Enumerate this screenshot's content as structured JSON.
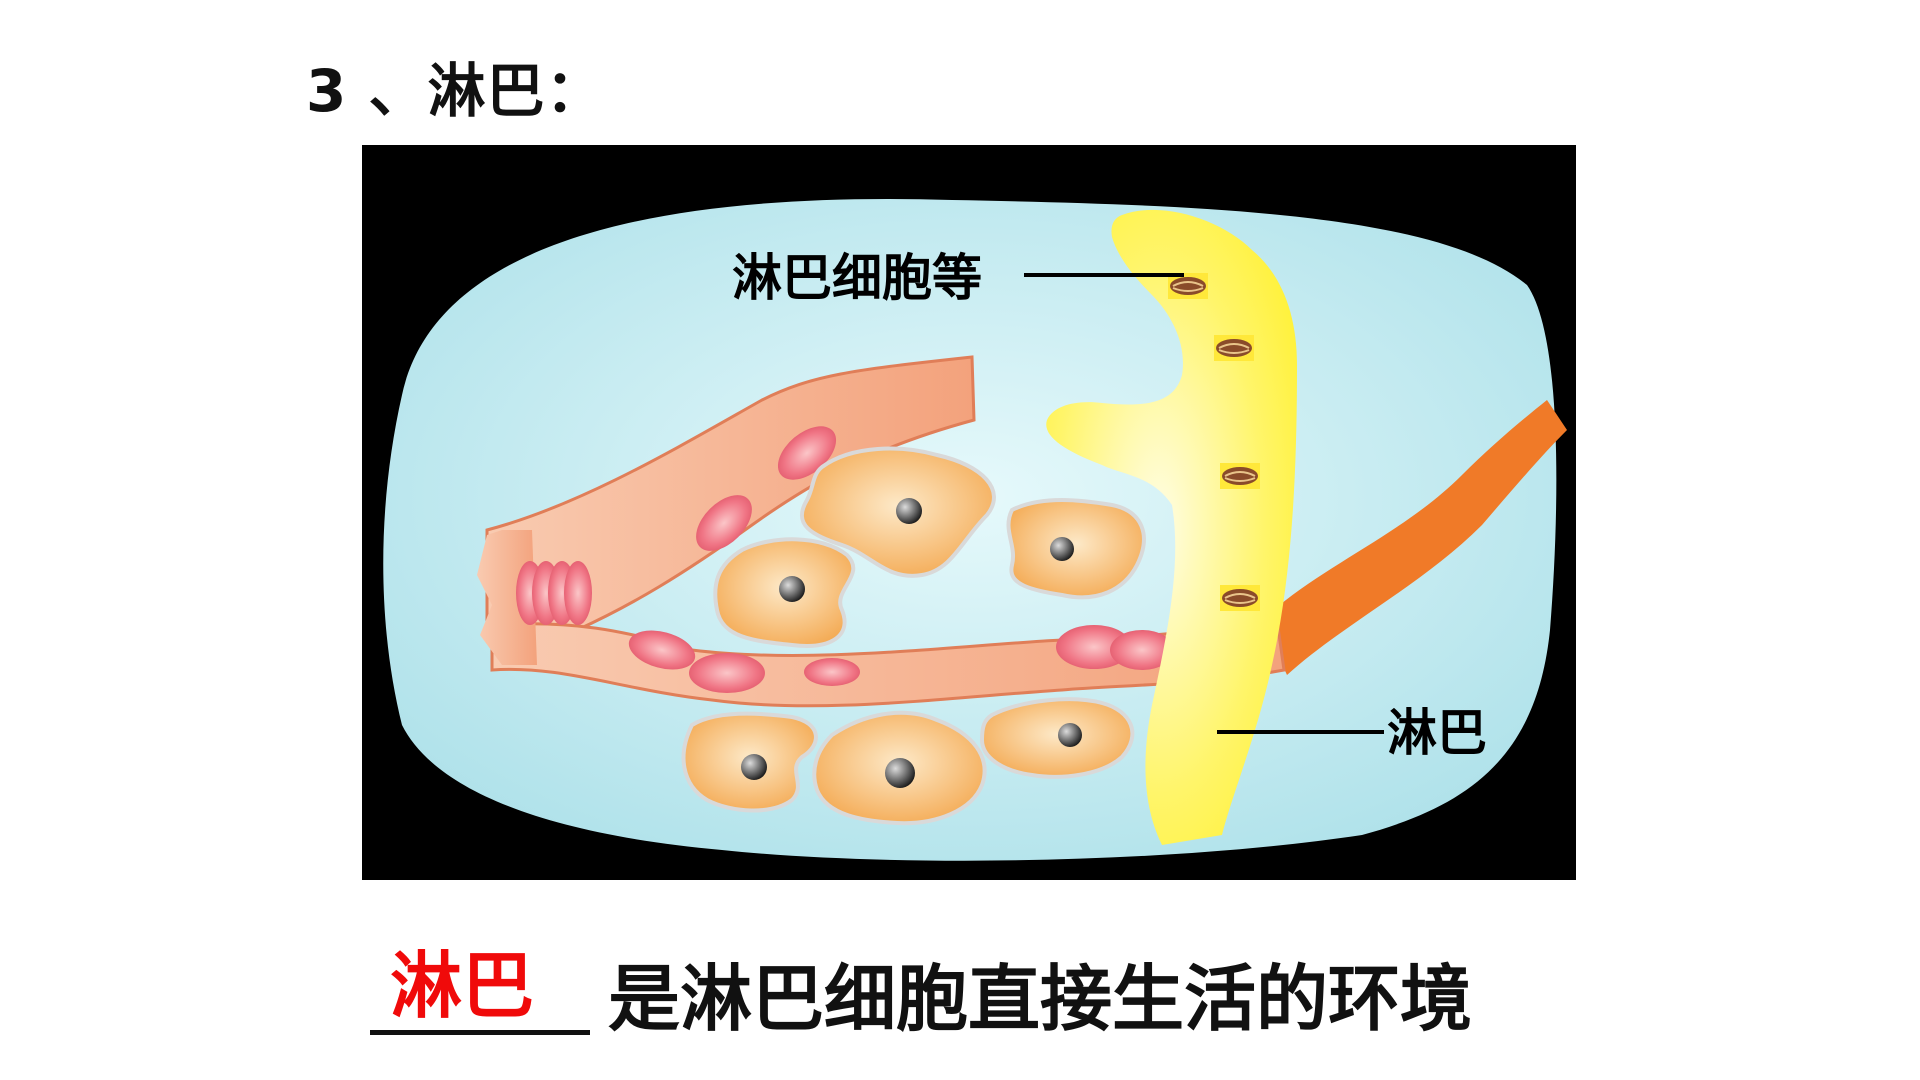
{
  "slide": {
    "title": "3 、淋巴：",
    "caption": {
      "answer": "淋巴",
      "text": "是淋巴细胞直接生活的环境"
    }
  },
  "diagram": {
    "labels": {
      "lymphocyte": "淋巴细胞等",
      "lymph": "淋巴"
    }
  },
  "colors": {
    "answer": "#f00a0a",
    "tissue_fluid": "#b9e8ef",
    "lymph_vessel": "#fff35a",
    "blood_vessel": "#f4a27a",
    "artery": "#f07a30",
    "cell": "#f6b35c",
    "red_cell": "#f07080"
  }
}
